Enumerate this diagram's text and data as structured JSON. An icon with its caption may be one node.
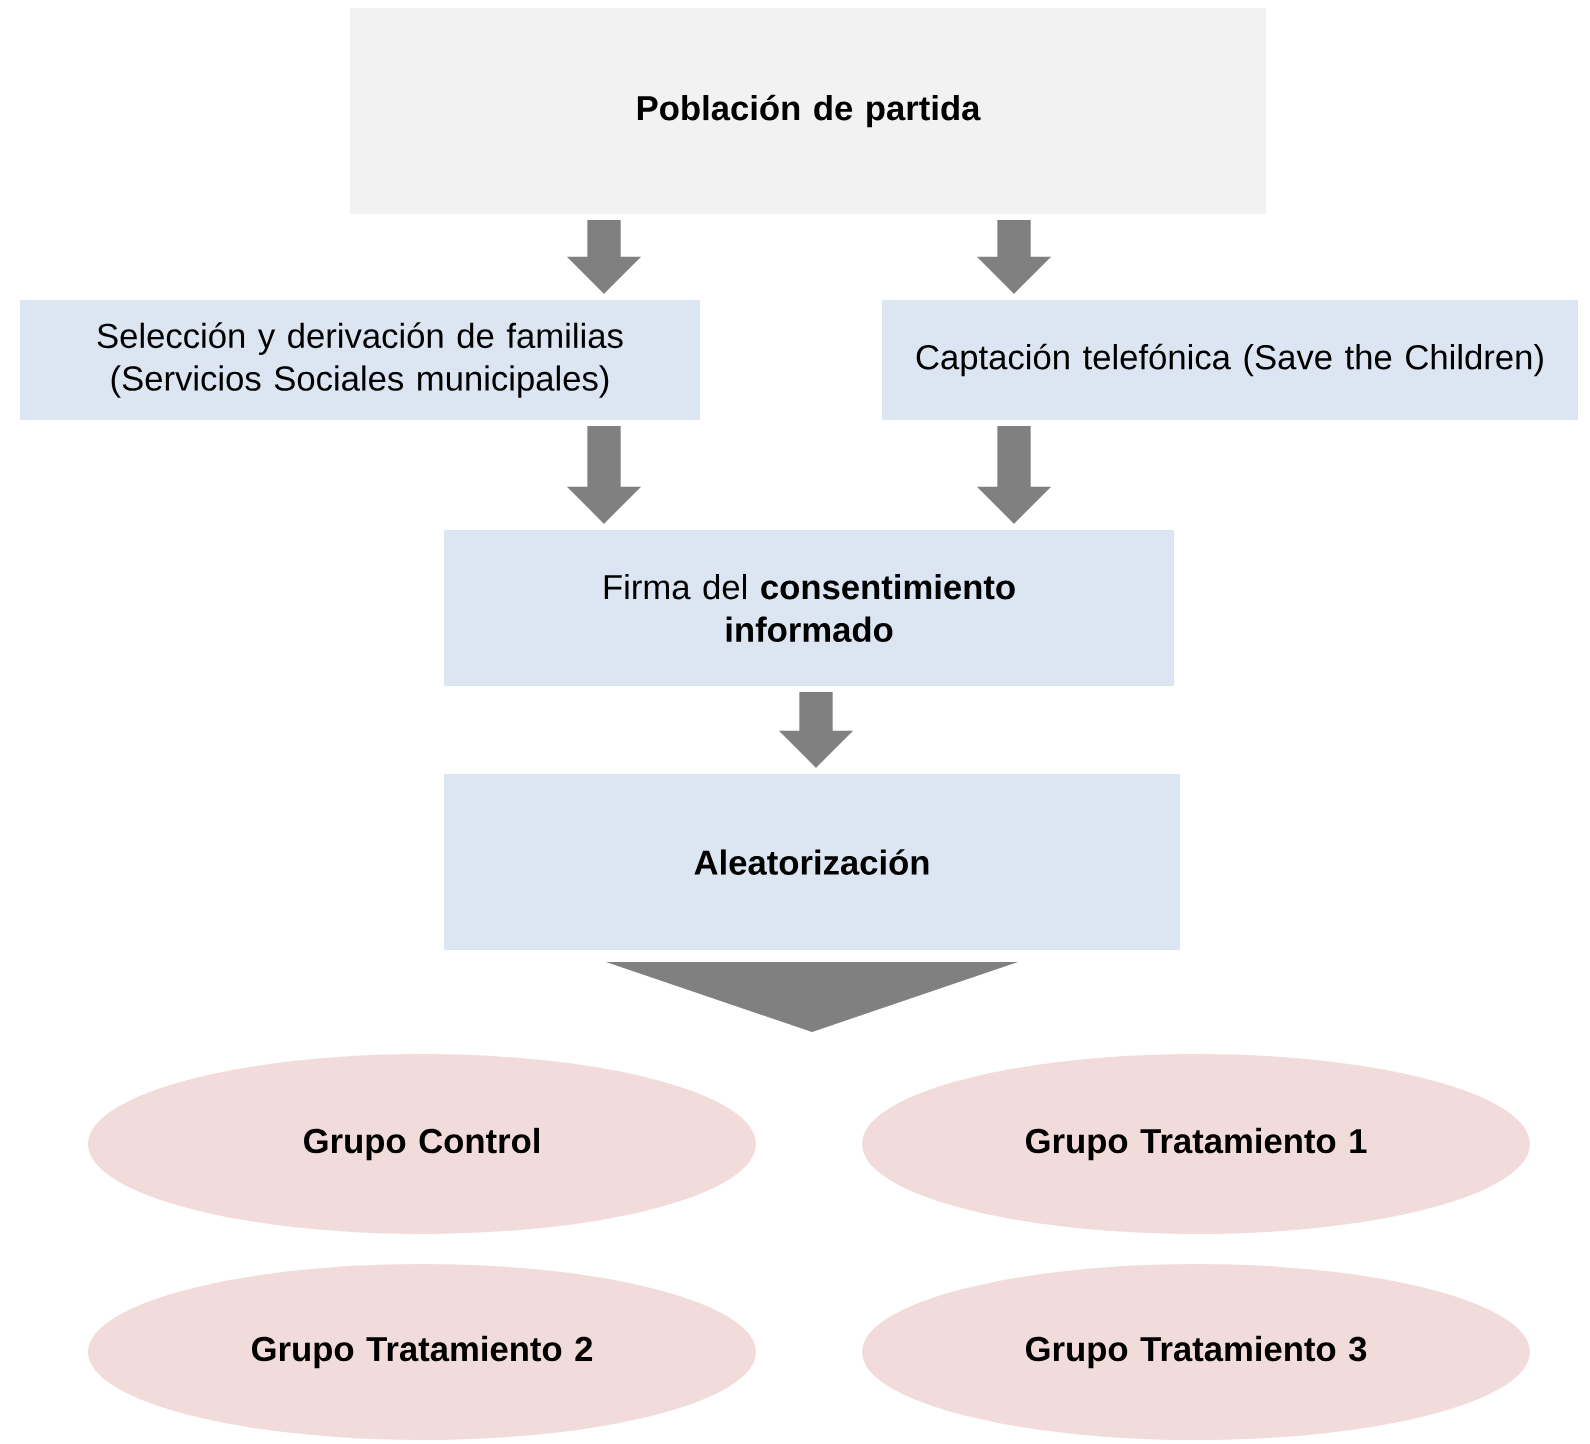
{
  "diagram": {
    "nodes": [
      {
        "text": [
          "Población de partida"
        ]
      },
      {
        "text": [
          "Selección y derivación de familias (Servicios Sociales municipales)"
        ]
      },
      {
        "text": [
          "Captación telefónica (Save the Children)"
        ]
      },
      {
        "text": [
          "Firma del **consentimiento informado**"
        ]
      },
      {
        "text": [
          "Aleatorización"
        ]
      },
      {
        "text": [
          "Grupo Control"
        ]
      },
      {
        "text": [
          "Grupo Tratamiento 1"
        ]
      },
      {
        "text": [
          "Grupo Tratamiento 2"
        ]
      },
      {
        "text": [
          "Grupo Tratamiento 3"
        ]
      }
    ],
    "edges": [
      {
        "from": 0,
        "to": 1,
        "arrow": "to"
      },
      {
        "from": 0,
        "to": 2,
        "arrow": "to"
      },
      {
        "from": 1,
        "to": 3,
        "arrow": "to"
      },
      {
        "from": 2,
        "to": 3,
        "arrow": "to"
      },
      {
        "from": 3,
        "to": 4,
        "arrow": "to"
      },
      {
        "from": 4,
        "to": null,
        "arrow": "to"
      }
    ]
  }
}
